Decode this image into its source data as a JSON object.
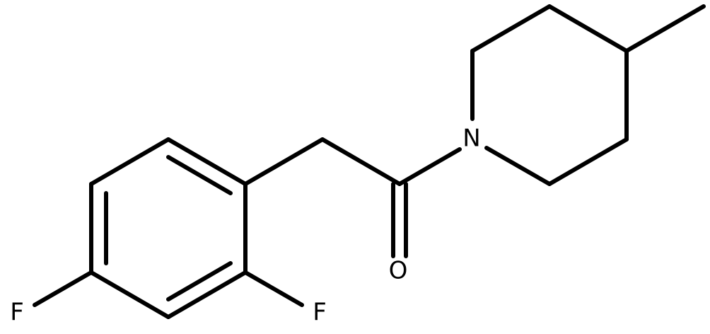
{
  "atoms": {
    "N": "N",
    "O": "O",
    "F_ortho": "F",
    "F_para": "F"
  },
  "colors": {
    "bond": "#000000",
    "label": "#000000",
    "background": "#ffffff"
  }
}
